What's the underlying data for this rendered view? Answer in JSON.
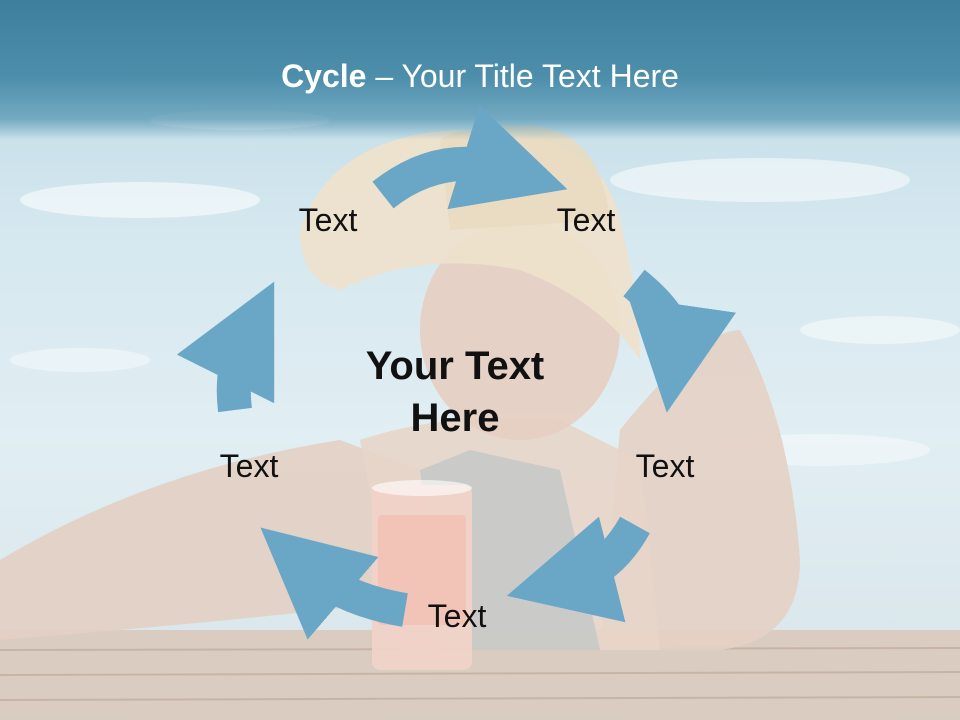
{
  "title": {
    "bold": "Cycle",
    "separator": " – ",
    "rest": "Your Title Text Here"
  },
  "center_text": "Your Text Here",
  "nodes": [
    "Text",
    "Text",
    "Text",
    "Text",
    "Text"
  ],
  "colors": {
    "arrow": "#6aa7c6",
    "title_band": "#4a8aa8",
    "title_text": "#ffffff",
    "text": "#111111"
  }
}
